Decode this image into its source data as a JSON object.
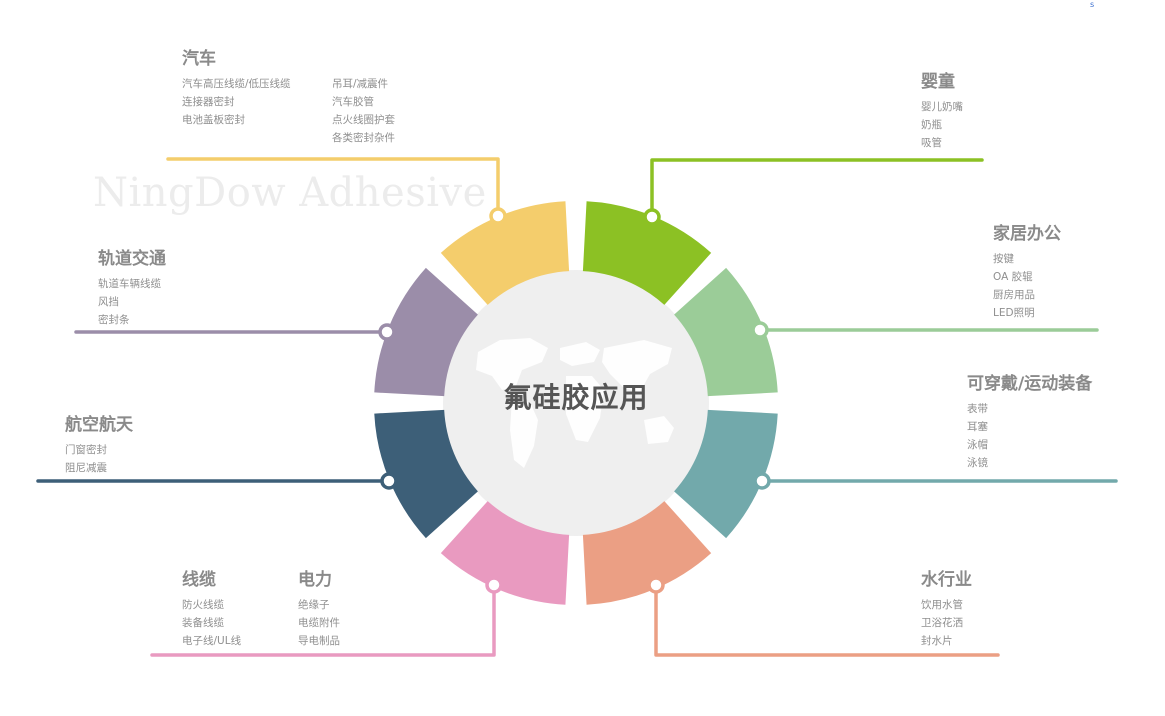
{
  "watermark": "NingDow Adhesive",
  "center_title": "氟硅胶应用",
  "corner_mark": "s",
  "colors": {
    "auto": "#f4cd6c",
    "infant": "#8cc124",
    "home_office": "#9bcc98",
    "wearable": "#72a9ab",
    "water": "#eb9f84",
    "cable_power": "#e99ac0",
    "aerospace": "#3d5f78",
    "rail": "#9b8da9",
    "center_disc": "#efefef"
  },
  "categories": {
    "auto": {
      "title": "汽车",
      "col1": [
        "汽车高压线缆/低压线缆",
        "连接器密封",
        "电池盖板密封"
      ],
      "col2": [
        "吊耳/减震件",
        "汽车胶管",
        "点火线圈护套",
        "各类密封杂件"
      ]
    },
    "infant": {
      "title": "婴童",
      "items": [
        "婴儿奶嘴",
        "奶瓶",
        "吸管"
      ]
    },
    "home_office": {
      "title": "家居办公",
      "items": [
        "按键",
        "OA 胶辊",
        "厨房用品",
        "LED照明"
      ]
    },
    "wearable": {
      "title": "可穿戴/运动装备",
      "items": [
        "表带",
        "耳塞",
        "泳帽",
        "泳镜"
      ]
    },
    "water": {
      "title": "水行业",
      "items": [
        "饮用水管",
        "卫浴花洒",
        "封水片"
      ]
    },
    "cable": {
      "title": "线缆",
      "items": [
        "防火线缆",
        "装备线缆",
        "电子线/UL线"
      ]
    },
    "power": {
      "title": "电力",
      "items": [
        "绝缘子",
        "电缆附件",
        "导电制品"
      ]
    },
    "aerospace": {
      "title": "航空航天",
      "items": [
        "门窗密封",
        "阻尼减震"
      ]
    },
    "rail": {
      "title": "轨道交通",
      "items": [
        "轨道车辆线缆",
        "风挡",
        "密封条"
      ]
    }
  }
}
